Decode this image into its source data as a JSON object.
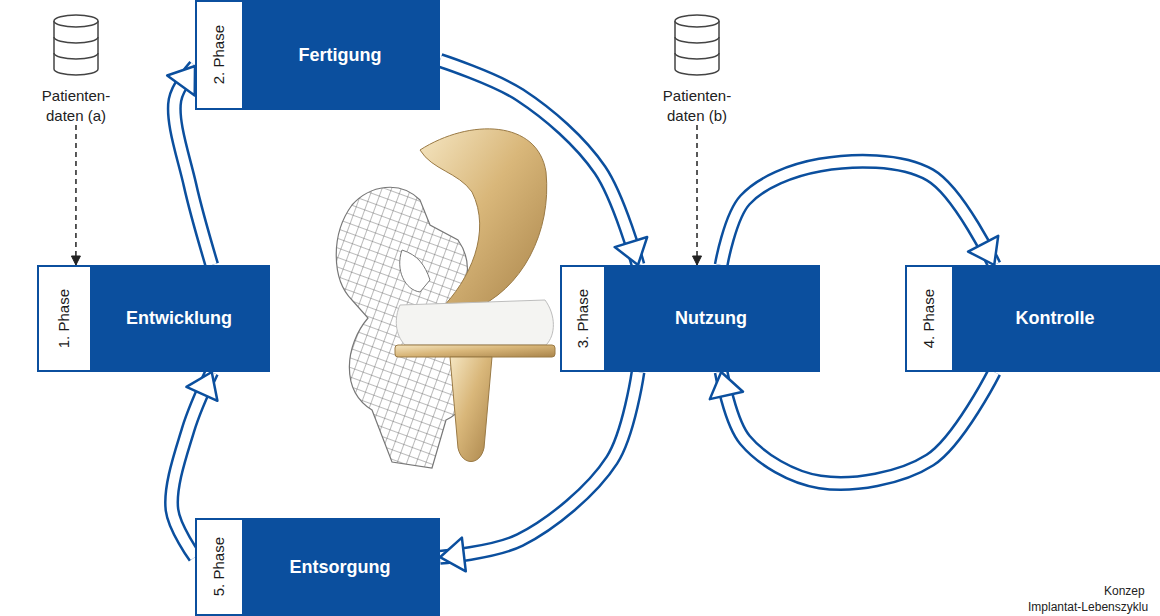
{
  "diagram": {
    "nodes": [
      {
        "text": [
          "Patienten- daten (a)"
        ]
      },
      {
        "text": [
          "1. Phase",
          "Entwicklung"
        ]
      },
      {
        "text": [
          "2. Phase",
          "Fertigung"
        ]
      },
      {
        "text": [
          "Patienten- daten (b)"
        ]
      },
      {
        "text": [
          "3. Phase",
          "Nutzung"
        ]
      },
      {
        "text": [
          "4. Phase",
          "Kontrolle"
        ]
      },
      {
        "text": [
          "5. Phase",
          "Entsorgung"
        ]
      }
    ],
    "edges": [
      {
        "from": 1,
        "to": 2,
        "arrow": "to"
      },
      {
        "from": 2,
        "to": 4,
        "arrow": "to"
      },
      {
        "from": 4,
        "to": 5,
        "arrow": "to"
      },
      {
        "from": 5,
        "to": 4,
        "arrow": "to"
      },
      {
        "from": 4,
        "to": 6,
        "arrow": "to"
      },
      {
        "from": 6,
        "to": 1,
        "arrow": "to"
      },
      {
        "from": 0,
        "to": 1,
        "arrow": "to"
      },
      {
        "from": 3,
        "to": 4,
        "arrow": "to"
      }
    ],
    "labels": [
      "Konzep",
      "Implantat-Lebenszyklu"
    ]
  }
}
